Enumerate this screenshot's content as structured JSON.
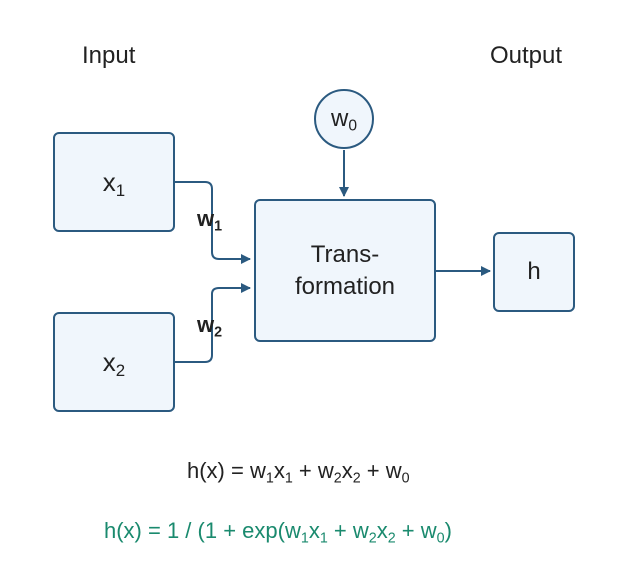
{
  "headers": {
    "input": "Input",
    "output": "Output"
  },
  "nodes": {
    "x1": {
      "base": "x",
      "sub": "1"
    },
    "x2": {
      "base": "x",
      "sub": "2"
    },
    "w0": {
      "base": "w",
      "sub": "0"
    },
    "transform": {
      "line1": "Trans-",
      "line2": "formation"
    },
    "h": {
      "text": "h"
    }
  },
  "edge_labels": {
    "w1": {
      "base": "w",
      "sub": "1"
    },
    "w2": {
      "base": "w",
      "sub": "2"
    }
  },
  "formulas": {
    "linear": {
      "parts": [
        "h(x) = w",
        "1",
        "x",
        "1",
        " + w",
        "2",
        "x",
        "2",
        " + w",
        "0"
      ]
    },
    "logistic": {
      "parts": [
        "h(x) = 1 / (1 + exp(w",
        "1",
        "x",
        "1",
        " + w",
        "2",
        "x",
        "2",
        " + w",
        "0",
        ")"
      ],
      "color": "#1a8a6e"
    }
  },
  "colors": {
    "stroke": "#2b5a80",
    "fill": "#f0f6fc",
    "text": "#222222"
  }
}
